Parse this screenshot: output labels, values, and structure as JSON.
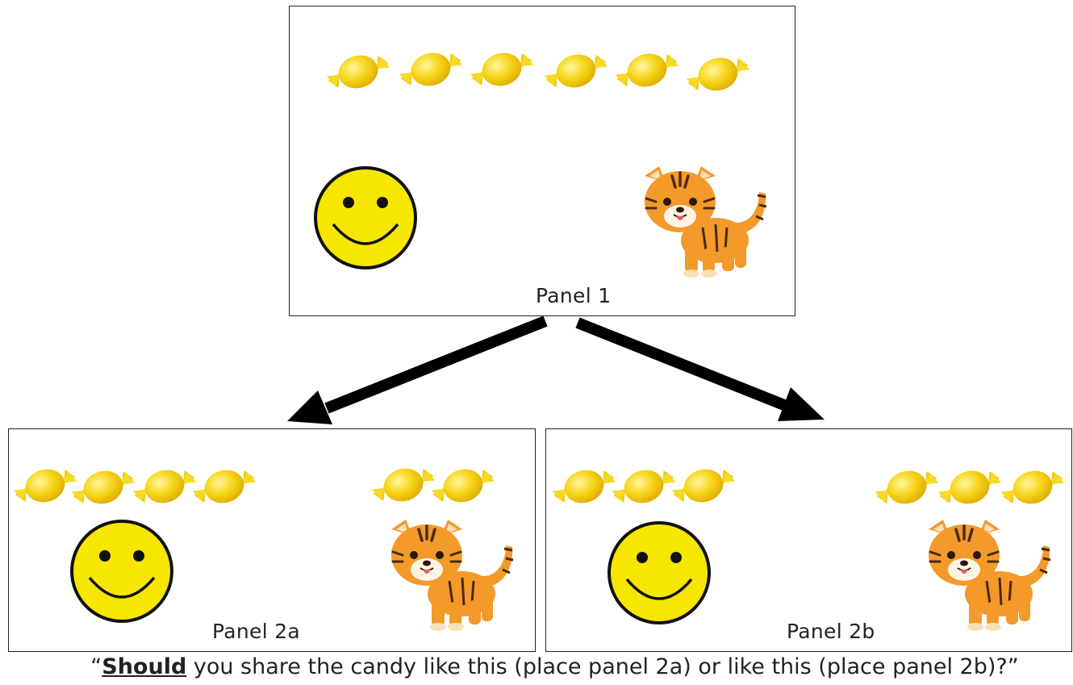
{
  "panels": {
    "panel1": {
      "label": "Panel 1",
      "candies_shared_pile": 6,
      "candies_self": 0,
      "candies_tiger": 0
    },
    "panel2a": {
      "label": "Panel 2a",
      "candies_self": 4,
      "candies_tiger": 2
    },
    "panel2b": {
      "label": "Panel 2b",
      "candies_self": 3,
      "candies_tiger": 3
    }
  },
  "icons": {
    "candy": "candy-icon",
    "self": "smiley-face-icon",
    "partner": "tiger-icon",
    "arrow": "arrow-icon"
  },
  "colors": {
    "candy": "#f5d20f",
    "smiley": "#f7e600",
    "tiger": "#f39a2a",
    "arrow": "#000000"
  },
  "question": {
    "open_quote": "“",
    "emphasis": "Should",
    "rest": " you share the candy like this (place panel 2a) or like this (place panel 2b)?”"
  }
}
